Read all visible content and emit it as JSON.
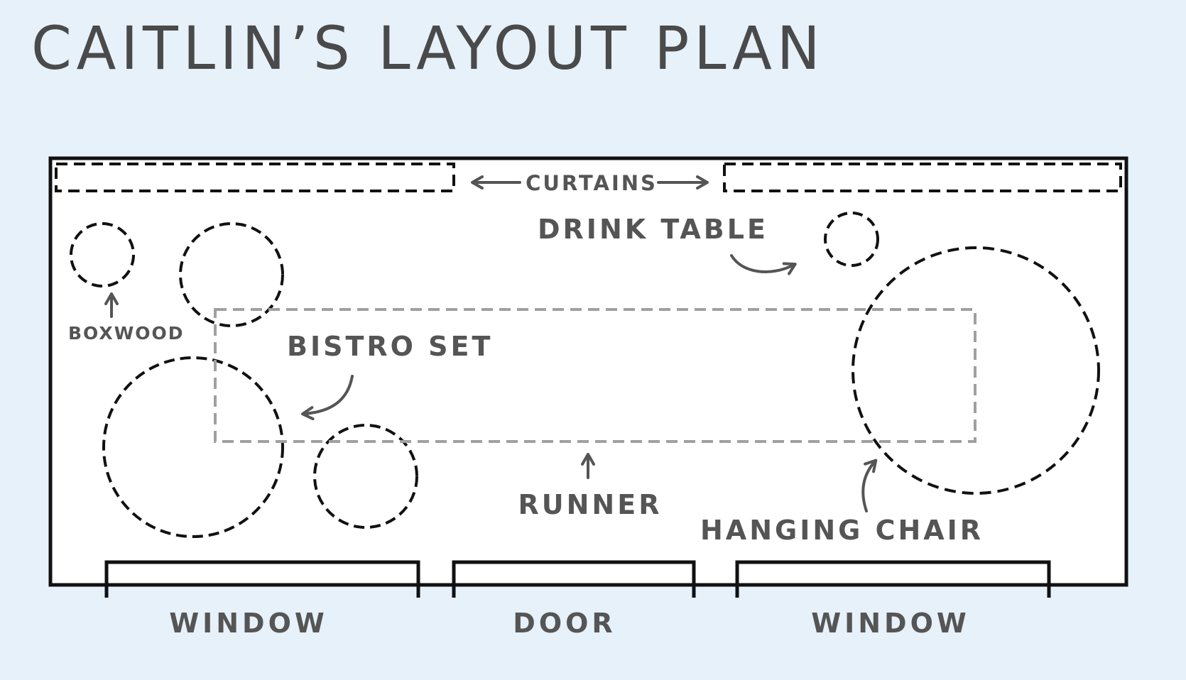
{
  "title": "CAITLIN’S LAYOUT PLAN",
  "labels": {
    "curtains": "CURTAINS",
    "drink_table": "DRINK TABLE",
    "boxwood": "BOXWOOD",
    "bistro_set": "BISTRO SET",
    "runner": "RUNNER",
    "hanging_chair": "HANGING CHAIR",
    "window_left": "WINDOW",
    "door": "DOOR",
    "window_right": "WINDOW"
  },
  "colors": {
    "background": "#e7f1fa",
    "room_fill": "#ffffff",
    "outline": "#111111",
    "runner_outline": "#a0a0a0",
    "label_text": "#555555",
    "title_text": "#4a4a4a",
    "arrow": "#555555"
  }
}
